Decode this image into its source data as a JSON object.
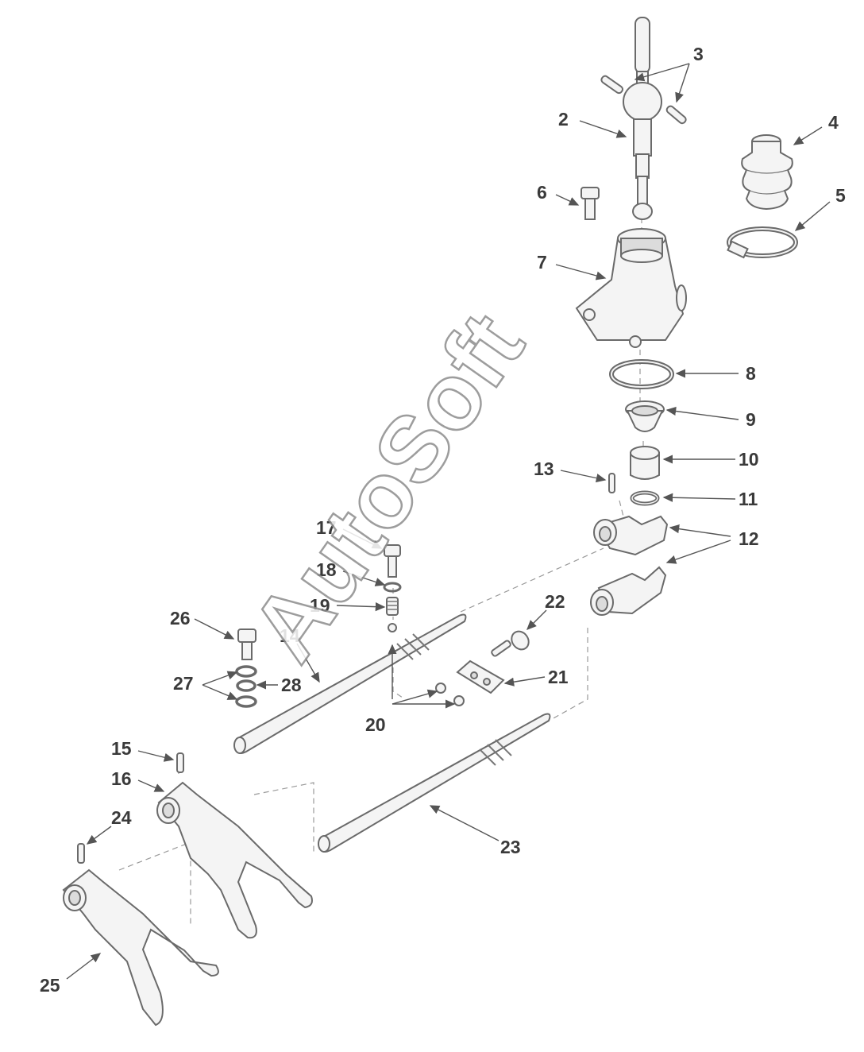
{
  "watermark": "AutoSoft",
  "labels": {
    "l2": "2",
    "l3": "3",
    "l4": "4",
    "l5": "5",
    "l6": "6",
    "l7": "7",
    "l8": "8",
    "l9": "9",
    "l10": "10",
    "l11": "11",
    "l12": "12",
    "l13": "13",
    "l14": "14",
    "l15": "15",
    "l16": "16",
    "l17": "17",
    "l18": "18",
    "l19": "19",
    "l20": "20",
    "l21": "21",
    "l22": "22",
    "l23": "23",
    "l24": "24",
    "l25": "25",
    "l26": "26",
    "l27": "27",
    "l28": "28"
  },
  "colors": {
    "ink": "#3a3a3a",
    "line": "#6a6a6a",
    "fill": "#f4f4f4",
    "watermark_stroke": "#8c8c8c"
  }
}
